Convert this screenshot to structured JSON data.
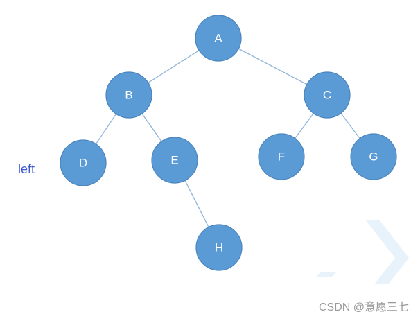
{
  "tree": {
    "nodes": [
      {
        "id": "A",
        "label": "A"
      },
      {
        "id": "B",
        "label": "B"
      },
      {
        "id": "C",
        "label": "C"
      },
      {
        "id": "D",
        "label": "D"
      },
      {
        "id": "E",
        "label": "E"
      },
      {
        "id": "F",
        "label": "F"
      },
      {
        "id": "G",
        "label": "G"
      },
      {
        "id": "H",
        "label": "H"
      }
    ],
    "edges": [
      [
        "A",
        "B"
      ],
      [
        "A",
        "C"
      ],
      [
        "B",
        "D"
      ],
      [
        "B",
        "E"
      ],
      [
        "C",
        "F"
      ],
      [
        "C",
        "G"
      ],
      [
        "E",
        "H"
      ]
    ]
  },
  "annotation": "left",
  "credit": "CSDN @意愿三七",
  "colors": {
    "node_fill": "#5b9bd5",
    "node_stroke": "#4a84bd",
    "edge": "#8db4d9",
    "annotation": "#3d5bd1"
  }
}
